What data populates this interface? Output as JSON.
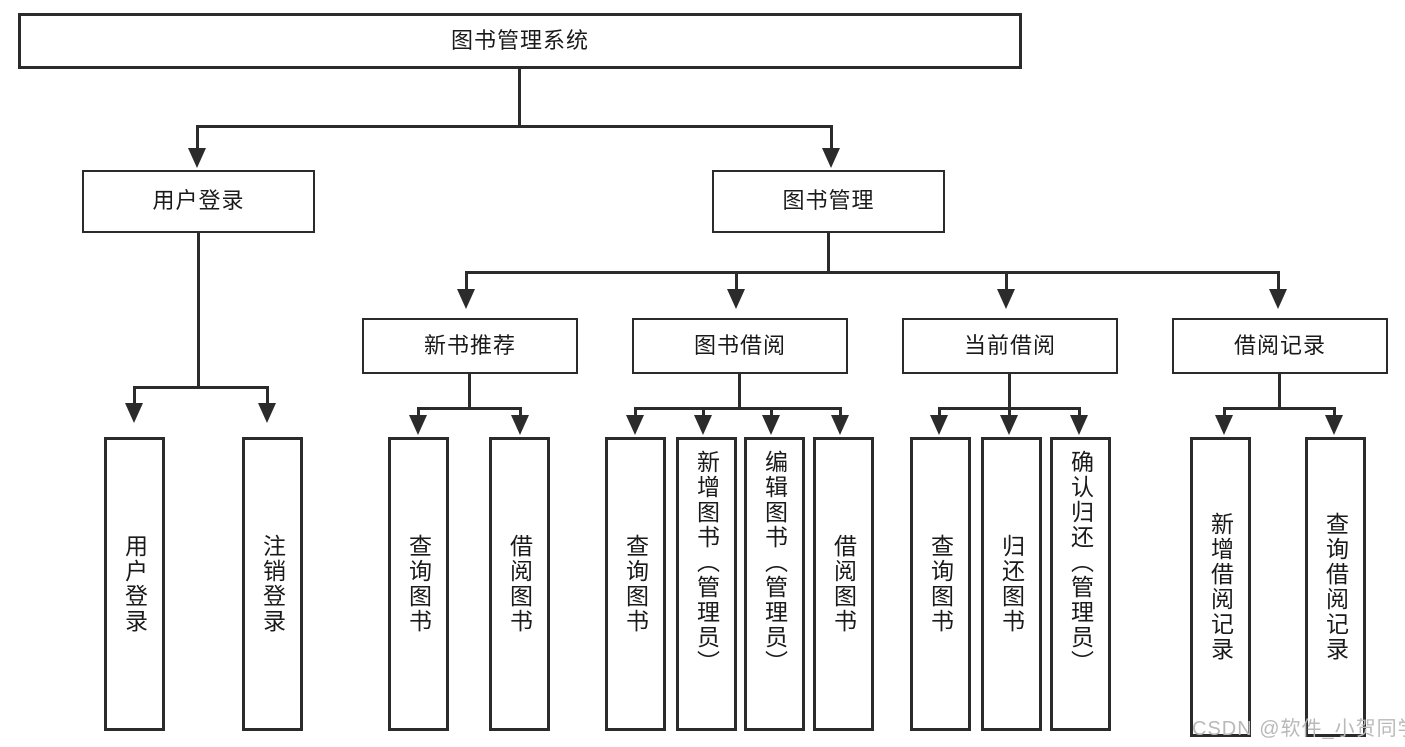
{
  "diagram": {
    "title": "图书管理系统",
    "watermark": "CSDN @软件_小贺同学",
    "colors": {
      "stroke": "#2b2b2b",
      "fill": "#ffffff",
      "text": "#1a1a1a",
      "watermark": "#b9b9b9"
    },
    "levels": {
      "root": {
        "label": "图书管理系统"
      },
      "level2": [
        {
          "label": "用户登录"
        },
        {
          "label": "图书管理"
        }
      ],
      "level3": [
        {
          "label": "新书推荐"
        },
        {
          "label": "图书借阅"
        },
        {
          "label": "当前借阅"
        },
        {
          "label": "借阅记录"
        }
      ],
      "leaves": {
        "user_login": [
          {
            "label": "用户登录"
          },
          {
            "label": "注销登录"
          }
        ],
        "new_book_recommend": [
          {
            "label": "查询图书"
          },
          {
            "label": "借阅图书"
          }
        ],
        "book_borrow": [
          {
            "label": "查询图书"
          },
          {
            "label": "新增图书（管理员）"
          },
          {
            "label": "编辑图书（管理员）"
          },
          {
            "label": "借阅图书"
          }
        ],
        "current_borrow": [
          {
            "label": "查询图书"
          },
          {
            "label": "归还图书"
          },
          {
            "label": "确认归还（管理员）"
          }
        ],
        "borrow_record": [
          {
            "label": "新增借阅记录"
          },
          {
            "label": "查询借阅记录"
          }
        ]
      }
    }
  }
}
